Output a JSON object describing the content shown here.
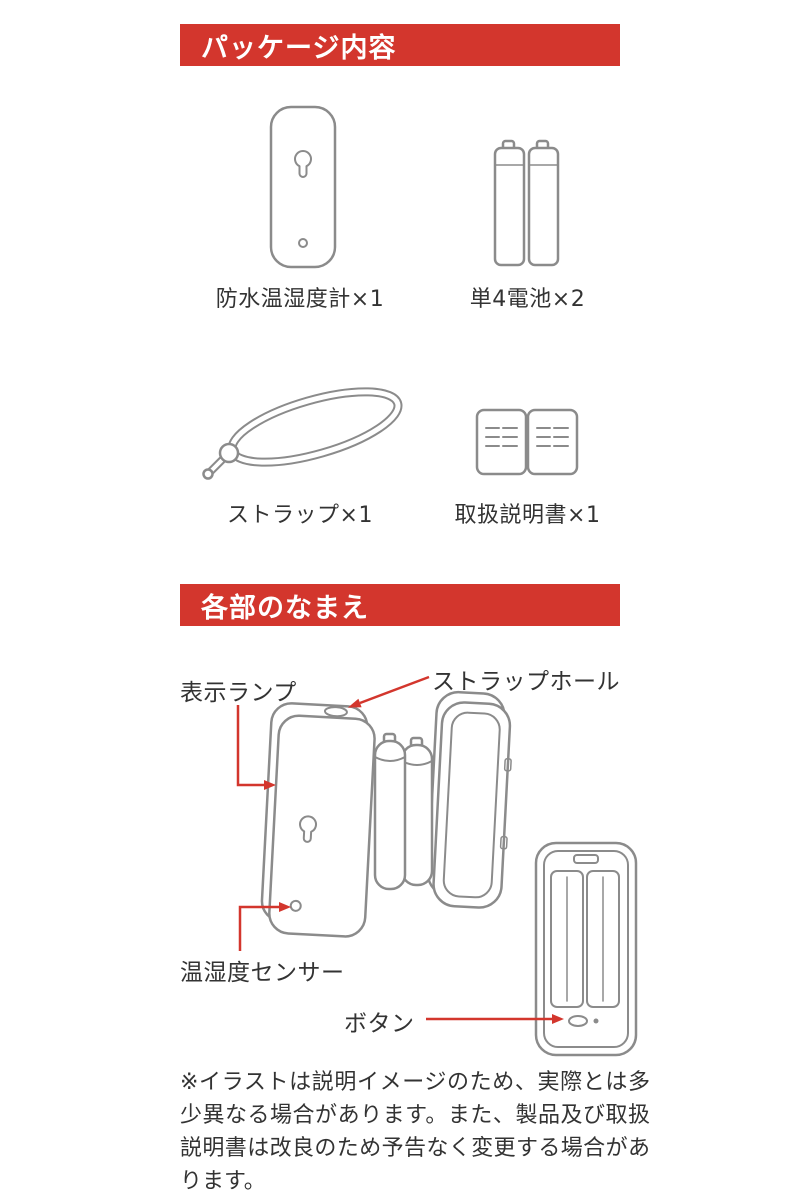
{
  "colors": {
    "accent": "#d3362d",
    "line_art": "#8b8b8b",
    "text": "#333333"
  },
  "sections": {
    "package": {
      "title": "パッケージ内容",
      "items": [
        {
          "icon": "thermo-hygrometer-icon",
          "label": "防水温湿度計×1"
        },
        {
          "icon": "aaa-battery-pair-icon",
          "label": "単4電池×2"
        },
        {
          "icon": "strap-icon",
          "label": "ストラップ×1"
        },
        {
          "icon": "manual-book-icon",
          "label": "取扱説明書×1"
        }
      ]
    },
    "parts": {
      "title": "各部のなまえ",
      "labels": {
        "indicator_lamp": "表示ランプ",
        "strap_hole": "ストラップホール",
        "temp_humidity_sensor": "温湿度センサー",
        "button": "ボタン"
      }
    }
  },
  "footnote": "※イラストは説明イメージのため、実際とは多少異なる場合があります。また、製品及び取扱説明書は改良のため予告なく変更する場合があります。"
}
